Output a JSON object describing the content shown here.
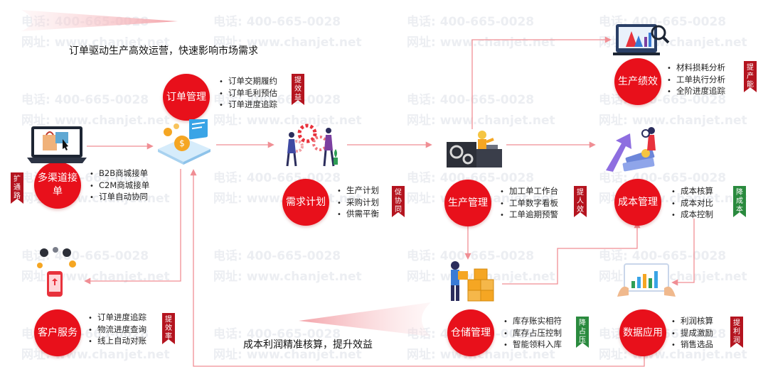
{
  "watermark": {
    "phone": "电话: 400-665-0028",
    "site": "网址: www.chanjet.net"
  },
  "header_caption": "订单驱动生产高效运营，快速影响市场需求",
  "footer_caption": "成本利润精准核算，提升效益",
  "nodes": {
    "order": {
      "label": "订单管理",
      "bullets": [
        "订单交期履约",
        "订单毛利预估",
        "订单进度追踪"
      ],
      "tag": "提效益"
    },
    "channel": {
      "label": "多渠道接单",
      "bullets": [
        "B2B商城接单",
        "C2M商城接单",
        "订单自动协同"
      ],
      "tag": "扩通路"
    },
    "demand": {
      "label": "需求计划",
      "bullets": [
        "生产计划",
        "采购计划",
        "供需平衡"
      ],
      "tag": "促协同"
    },
    "production": {
      "label": "生产管理",
      "bullets": [
        "加工单工作台",
        "工单数字看板",
        "工单逾期预警"
      ],
      "tag": "提人效"
    },
    "performance": {
      "label": "生产绩效",
      "bullets": [
        "材料损耗分析",
        "工单执行分析",
        "全阶进度追踪"
      ],
      "tag": "提产能"
    },
    "cost": {
      "label": "成本管理",
      "bullets": [
        "成本核算",
        "成本对比",
        "成本控制"
      ],
      "tag": "降成本"
    },
    "service": {
      "label": "客户服务",
      "bullets": [
        "订单进度追踪",
        "物流进度查询",
        "线上自动对账"
      ],
      "tag": "提效率"
    },
    "warehouse": {
      "label": "仓储管理",
      "bullets": [
        "库存账实相符",
        "库存占压控制",
        "智能领料入库"
      ],
      "tag": "降占压"
    },
    "data": {
      "label": "数据应用",
      "bullets": [
        "利润核算",
        "提成激励",
        "销售选品"
      ],
      "tag": "提利润"
    }
  },
  "colors": {
    "circle": "#e8101b",
    "tag_red": "#b4141f",
    "tag_green": "#2a8a3e",
    "arrow": "#f08e94"
  }
}
